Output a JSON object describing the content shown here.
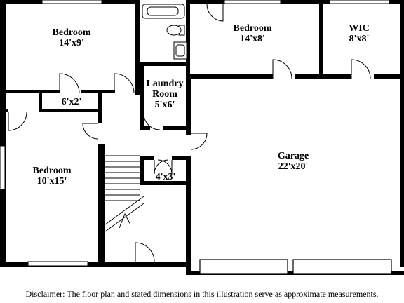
{
  "rooms": {
    "bedroom_upper_left": {
      "name": "Bedroom",
      "dims": "14'x9'"
    },
    "bedroom_upper_center": {
      "name": "Bedroom",
      "dims": "14'x8'"
    },
    "wic": {
      "name": "WIC",
      "dims": "8'x8'"
    },
    "closet_6x2": {
      "dims": "6'x2'"
    },
    "laundry": {
      "name_line1": "Laundry",
      "name_line2": "Room",
      "dims": "5'x6'"
    },
    "garage": {
      "name": "Garage",
      "dims": "22'x20'"
    },
    "closet_4x3": {
      "dims": "4'x3'"
    },
    "bedroom_lower_left": {
      "name": "Bedroom",
      "dims": "10'x15'"
    }
  },
  "disclaimer": "Disclaimer: The floor plan and stated dimensions in this illustration serve as approximate measurements."
}
